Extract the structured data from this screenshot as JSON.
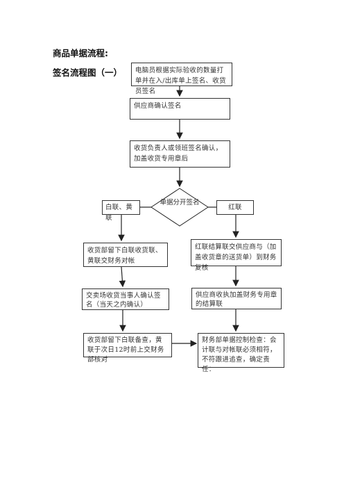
{
  "title": "商品单据流程:",
  "subtitle": "签名流程图（一）",
  "flow": {
    "step1": "电脑员根据实际验收的数量打单并在入/出库单上签名、收货员签名",
    "step2": "供应商确认签名",
    "step3": "收货负责人或领班签名确认，加盖收货专用章后",
    "decision": "单据分开签名",
    "left_branch": "白联、黄联",
    "right_branch": "红联",
    "left1": "收货部留下白联收货联、黄联交财务对帐",
    "left2": "交卖场收货当事人确认签名（当天之内确认）",
    "left3": "收货部留下白联备查，黄联于次日12时前上交财务部核对",
    "right1": "红联结算联交供应商与（加盖收货章的送货单）到财务复核",
    "right2": "供应商收执加盖财务专用章的结算联",
    "right3": "财务部单据控制检查：会计联与对帐联必须相符，不符跟进追查，确定责任："
  }
}
